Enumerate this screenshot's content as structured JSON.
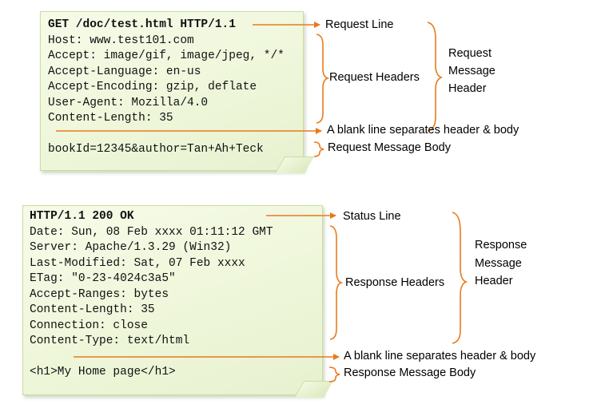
{
  "request": {
    "start_line": "GET /doc/test.html HTTP/1.1",
    "headers": [
      "Host: www.test101.com",
      "Accept: image/gif, image/jpeg, */*",
      "Accept-Language: en-us",
      "Accept-Encoding: gzip, deflate",
      "User-Agent: Mozilla/4.0",
      "Content-Length: 35"
    ],
    "body": "bookId=12345&author=Tan+Ah+Teck"
  },
  "response": {
    "status_line": "HTTP/1.1 200 OK",
    "headers": [
      "Date: Sun, 08 Feb xxxx 01:11:12 GMT",
      "Server: Apache/1.3.29 (Win32)",
      "Last-Modified: Sat, 07 Feb xxxx",
      "ETag: \"0-23-4024c3a5\"",
      "Accept-Ranges: bytes",
      "Content-Length: 35",
      "Connection: close",
      "Content-Type: text/html"
    ],
    "body": "<h1>My Home page</h1>"
  },
  "labels": {
    "request_line": "Request Line",
    "request_headers": "Request Headers",
    "request_blank": "A blank line separates header & body",
    "request_body": "Request Message Body",
    "request_message_header": [
      "Request",
      "Message",
      "Header"
    ],
    "status_line": "Status Line",
    "response_headers": "Response Headers",
    "response_blank": "A blank line separates header & body",
    "response_body": "Response Message Body",
    "response_message_header": [
      "Response",
      "Message",
      "Header"
    ]
  },
  "colors": {
    "arrow": "#e87a1e",
    "note_fill": "#eef6d9",
    "note_border": "#c9dea0"
  }
}
